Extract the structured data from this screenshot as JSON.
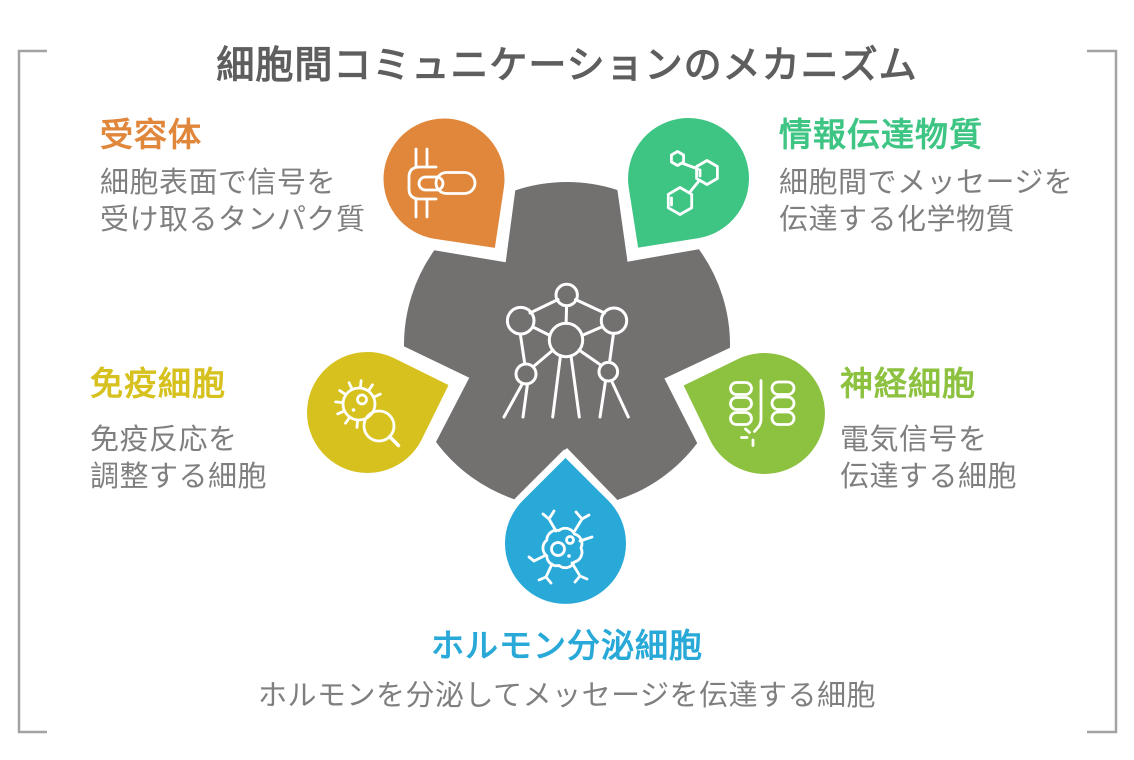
{
  "title": "細胞間コミュニケーションのメカニズム",
  "colors": {
    "title_text": "#5E5E5E",
    "body_text": "#7F7F7F",
    "bracket": "#A3A3A3",
    "hub_gray": "#737070",
    "icon_stroke": "#FFFFFF",
    "receptor": "#E0873B",
    "transmitter": "#3EC584",
    "immune": "#D6C11E",
    "neuron": "#8DC140",
    "hormone": "#29A9D8"
  },
  "center": {
    "icon": "network-molecule-icon"
  },
  "sections": {
    "receptor": {
      "heading": "受容体",
      "desc1": "細胞表面で信号を",
      "desc2": "受け取るタンパク質",
      "icon": "receptor-ligand-icon"
    },
    "transmitter": {
      "heading": "情報伝達物質",
      "desc1": "細胞間でメッセージを",
      "desc2": "伝達する化学物質",
      "icon": "chemical-molecule-icon"
    },
    "immune": {
      "heading": "免疫細胞",
      "desc1": "免疫反応を",
      "desc2": "調整する細胞",
      "icon": "immune-cell-magnifier-icon"
    },
    "neuron": {
      "heading": "神経細胞",
      "desc1": "電気信号を",
      "desc2": "伝達する細胞",
      "icon": "synapse-icon"
    },
    "hormone": {
      "heading": "ホルモン分泌細胞",
      "desc1": "ホルモンを分泌してメッセージを伝達する細胞",
      "icon": "secreting-cell-icon"
    }
  }
}
